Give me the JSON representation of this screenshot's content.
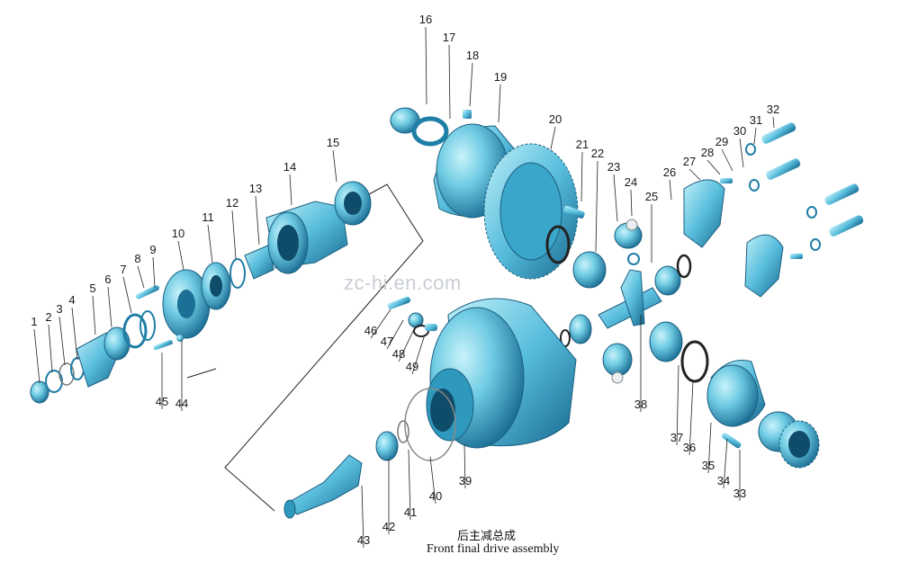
{
  "title_cn": "后主减总成",
  "title_en": "Front final drive assembly",
  "watermark": "zc-hi.en.com",
  "colors": {
    "part_light": "#9fe3f2",
    "part_mid": "#4fb9d8",
    "part_dark": "#1f7ea6",
    "line": "#222222"
  },
  "callouts": [
    "1",
    "2",
    "3",
    "4",
    "5",
    "6",
    "7",
    "8",
    "9",
    "10",
    "11",
    "12",
    "13",
    "14",
    "15",
    "16",
    "17",
    "18",
    "19",
    "20",
    "21",
    "22",
    "23",
    "24",
    "25",
    "26",
    "27",
    "28",
    "29",
    "30",
    "31",
    "32",
    "33",
    "34",
    "35",
    "36",
    "37",
    "38",
    "39",
    "40",
    "41",
    "42",
    "43",
    "44",
    "45",
    "46",
    "47",
    "48",
    "49"
  ]
}
